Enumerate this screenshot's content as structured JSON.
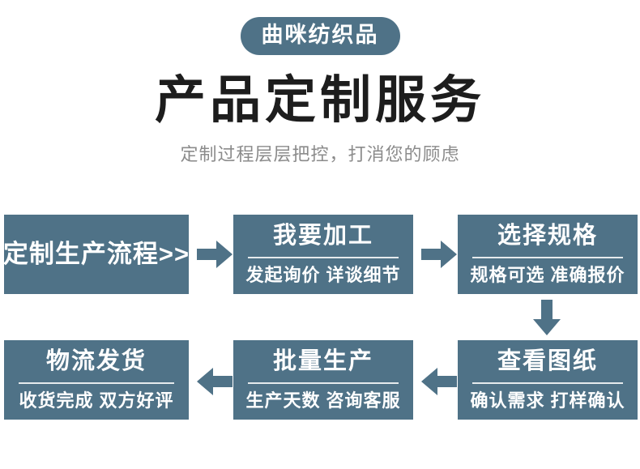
{
  "header": {
    "brand_badge": "曲咪纺织品",
    "title": "产品定制服务",
    "subtitle": "定制过程层层把控，打消您的顾虑"
  },
  "colors": {
    "accent": "#4f7287",
    "title_text": "#1d1d1d",
    "subtitle_text": "#8b8b8b",
    "box_text": "#ffffff",
    "background": "#ffffff"
  },
  "flow": {
    "steps": [
      {
        "title": "定制生产流程>>",
        "sub": ""
      },
      {
        "title": "我要加工",
        "sub": "发起询价 详谈细节"
      },
      {
        "title": "选择规格",
        "sub": "规格可选 准确报价"
      },
      {
        "title": "查看图纸",
        "sub": "确认需求 打样确认"
      },
      {
        "title": "批量生产",
        "sub": "生产天数 咨询客服"
      },
      {
        "title": "物流发货",
        "sub": "收货完成 双方好评"
      }
    ],
    "arrows": [
      {
        "name": "arrow-right-1",
        "direction": "right"
      },
      {
        "name": "arrow-right-2",
        "direction": "right"
      },
      {
        "name": "arrow-down-1",
        "direction": "down"
      },
      {
        "name": "arrow-left-1",
        "direction": "left"
      },
      {
        "name": "arrow-left-2",
        "direction": "left"
      }
    ]
  }
}
